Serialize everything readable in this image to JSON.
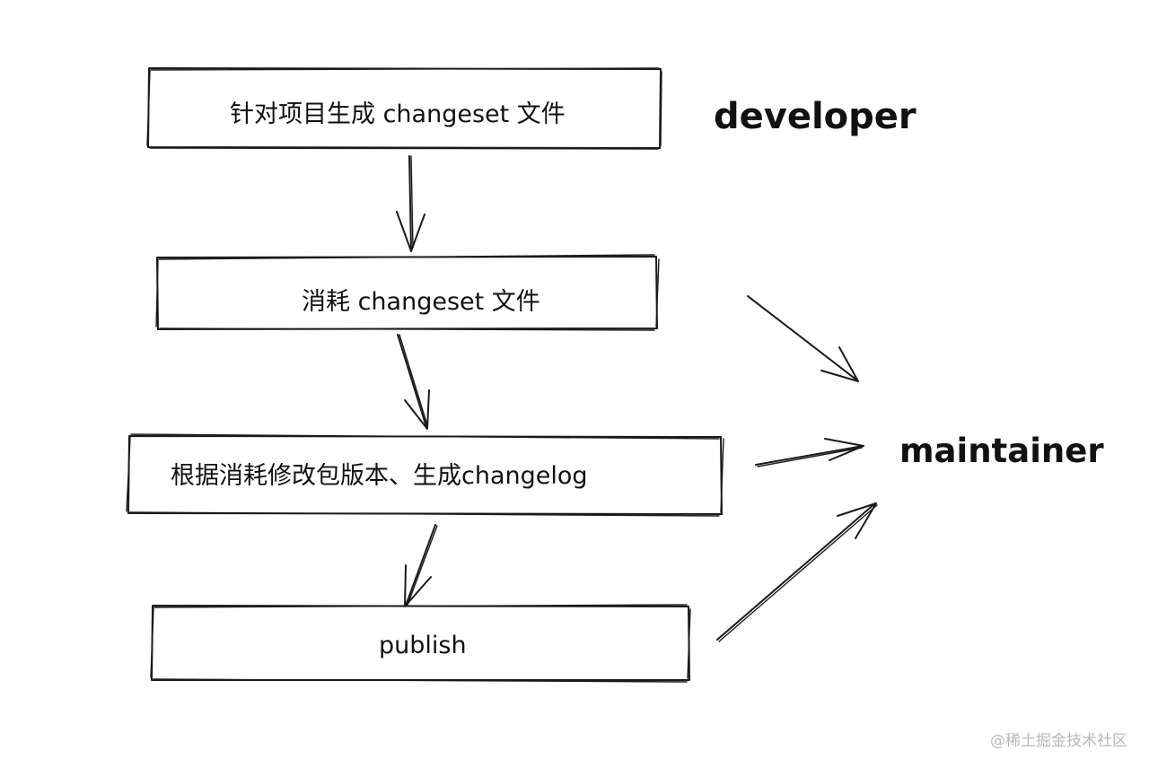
{
  "steps": [
    {
      "label": "针对项目生成 changeset 文件"
    },
    {
      "label": "消耗 changeset 文件"
    },
    {
      "label": "根据消耗修改包版本、生成changelog"
    },
    {
      "label": "publish"
    }
  ],
  "roles": {
    "developer": "developer",
    "maintainer": "maintainer"
  },
  "watermark": "@稀土掘金技术社区"
}
